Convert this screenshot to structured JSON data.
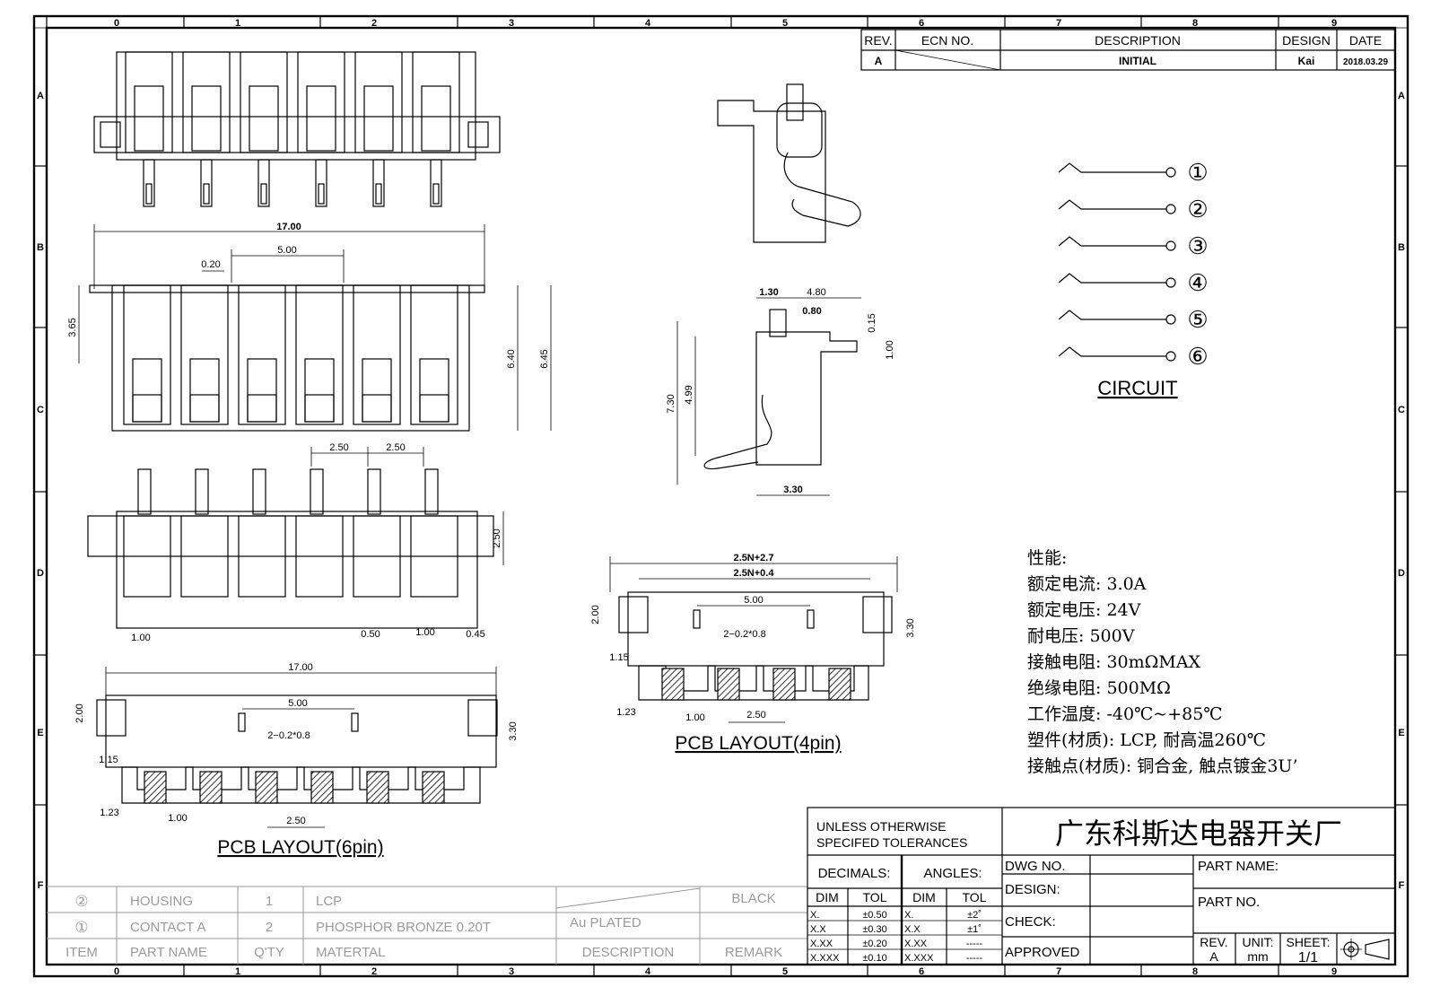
{
  "border": {
    "cols": [
      "0",
      "1",
      "2",
      "3",
      "4",
      "5",
      "6",
      "7",
      "8",
      "9"
    ],
    "rows": [
      "A",
      "B",
      "C",
      "D",
      "E",
      "F"
    ]
  },
  "revision": {
    "headers": {
      "rev": "REV.",
      "ecn": "ECN NO.",
      "desc": "DESCRIPTION",
      "design": "DESIGN",
      "date": "DATE"
    },
    "row": {
      "rev": "A",
      "desc": "INITIAL",
      "design": "Kai",
      "date": "2018.03.29"
    }
  },
  "top_view": {
    "dims": {
      "overall": "17.00",
      "pitch": "5.00",
      "gap": "0.20",
      "h1": "3.65",
      "h2": "6.40",
      "h3": "6.45"
    }
  },
  "front_view": {
    "dims": {
      "p1": "2.50",
      "p2": "2.50",
      "h": "2.50",
      "a": "1.00",
      "b": "0.50",
      "c": "1.00",
      "d": "0.45"
    }
  },
  "side_view": {
    "dims": {
      "a": "1.30",
      "b": "4.80",
      "c": "0.80",
      "d": "0.15",
      "e": "1.00",
      "h1": "7.30",
      "h2": "4.99",
      "w": "3.30"
    }
  },
  "circuit": {
    "title": "CIRCUIT",
    "pins": [
      "①",
      "②",
      "③",
      "④",
      "⑤",
      "⑥"
    ]
  },
  "pcb6": {
    "title": "PCB LAYOUT(6pin)",
    "dims": {
      "overall": "17.00",
      "pitch": "5.00",
      "hole": "2−0.2*0.8",
      "h_left": "2.00",
      "h_right": "3.30",
      "offset": "1.15",
      "a": "1.23",
      "b": "1.00",
      "c": "2.50"
    }
  },
  "pcb4": {
    "title": "PCB LAYOUT(4pin)",
    "dims": {
      "n1": "2.5N+2.7",
      "n2": "2.5N+0.4",
      "pitch": "5.00",
      "hole": "2−0.2*0.8",
      "h_left": "2.00",
      "h_right": "3.30",
      "offset": "1.15",
      "a": "1.23",
      "b": "1.00",
      "c": "2.50"
    }
  },
  "specs": {
    "title": "性能:",
    "lines": [
      "额定电流: 3.0A",
      "额定电压: 24V",
      "耐电压: 500V",
      "接触电阻: 30mΩMAX",
      "绝缘电阻: 500MΩ",
      "工作温度: -40℃~+85℃",
      "塑件(材质): LCP, 耐高温260℃",
      "接触点(材质): 铜合金, 触点镀金3U’"
    ]
  },
  "bom": {
    "rows": [
      {
        "item": "②",
        "part": "HOUSING",
        "qty": "1",
        "material": "LCP",
        "desc": "",
        "remark": "BLACK"
      },
      {
        "item": "①",
        "part": "CONTACT A",
        "qty": "2",
        "material": "PHOSPHOR BRONZE 0.20T",
        "desc": "Au PLATED",
        "remark": ""
      }
    ],
    "headers": {
      "item": "ITEM",
      "part": "PART NAME",
      "qty": "Q'TY",
      "material": "MATERTAL",
      "desc": "DESCRIPTION",
      "remark": "REMARK"
    }
  },
  "title_block": {
    "tolerance_note": [
      "UNLESS OTHERWISE",
      "SPECIFED TOLERANCES"
    ],
    "company": "广东科斯达电器开关厂",
    "decimals": "DECIMALS:",
    "angles": "ANGLES:",
    "dim": "DIM",
    "tol": "TOL",
    "decimal_rows": [
      {
        "dim": "X.",
        "tol": "±0.50"
      },
      {
        "dim": "X.X",
        "tol": "±0.30"
      },
      {
        "dim": "X.XX",
        "tol": "±0.20"
      },
      {
        "dim": "X.XXX",
        "tol": "±0.10"
      }
    ],
    "angle_rows": [
      {
        "dim": "X.",
        "tol": "±2˚"
      },
      {
        "dim": "X.X",
        "tol": "±1˚"
      },
      {
        "dim": "X.XX",
        "tol": "-----"
      },
      {
        "dim": "X.XXX",
        "tol": "-----"
      }
    ],
    "dwg_no": "DWG NO.",
    "design": "DESIGN:",
    "check": "CHECK:",
    "approved": "APPROVED",
    "part_name": "PART NAME:",
    "part_no": "PART NO.",
    "rev_label": "REV.",
    "rev": "A",
    "unit_label": "UNIT:",
    "unit": "mm",
    "sheet_label": "SHEET:",
    "sheet": "1/1"
  }
}
